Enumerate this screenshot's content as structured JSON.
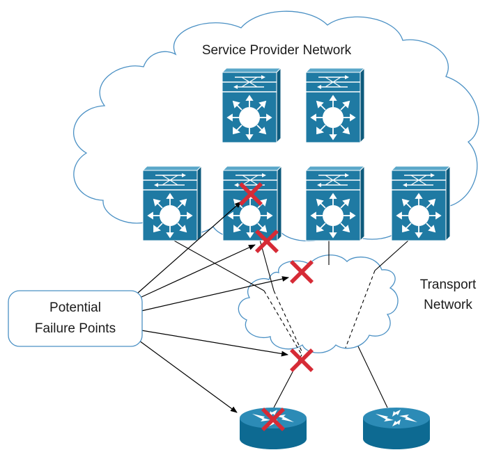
{
  "labels": {
    "service_provider_network": "Service Provider Network",
    "transport_network_line1": "Transport",
    "transport_network_line2": "Network",
    "failure_points_line1": "Potential",
    "failure_points_line2": "Failure Points"
  },
  "colors": {
    "cloud_stroke": "#4a90c4",
    "device_front": "#1f7aa3",
    "device_top": "#4f9fc4",
    "device_side": "#0d5a7c",
    "failure_mark": "#d62b36",
    "arrow": "#000000"
  },
  "icons": [
    "multilayer-switch-icon",
    "router-icon",
    "failure-x-icon",
    "cloud-icon"
  ]
}
